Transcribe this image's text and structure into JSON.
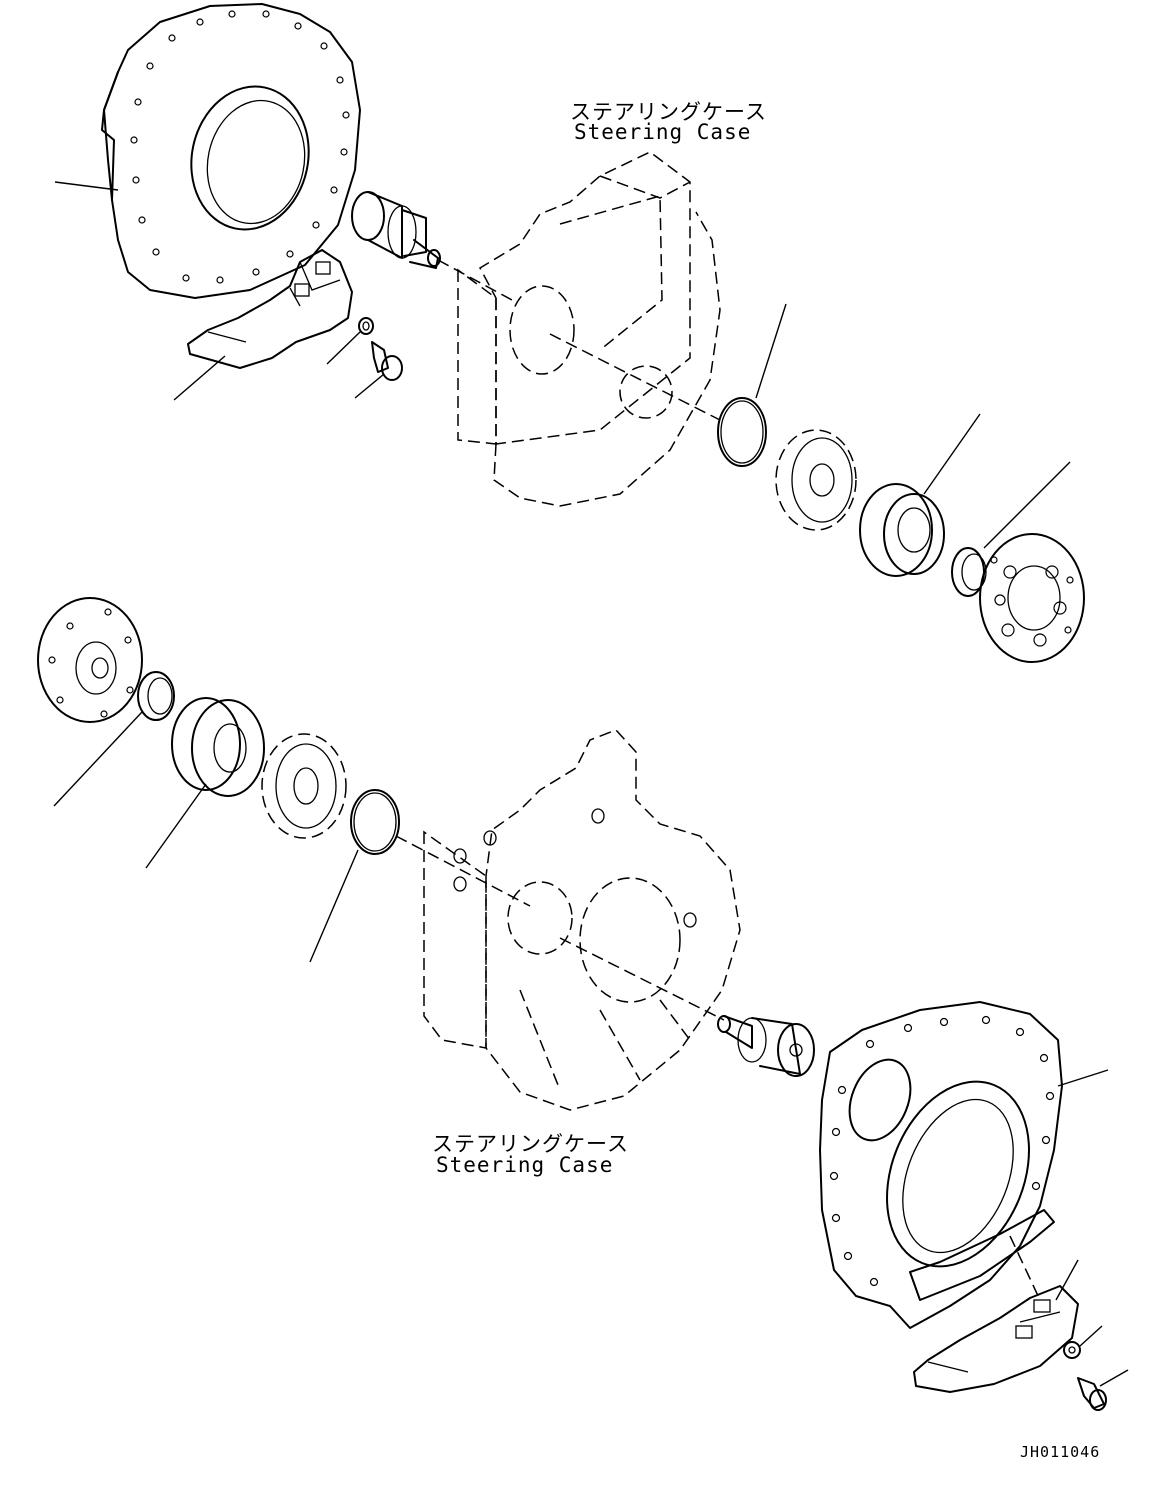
{
  "labels": {
    "upper_case_jp": "ステアリングケース",
    "upper_case_en": "Steering Case",
    "lower_case_jp": "ステアリングケース",
    "lower_case_en": "Steering Case",
    "drawing_code": "JH011046"
  }
}
